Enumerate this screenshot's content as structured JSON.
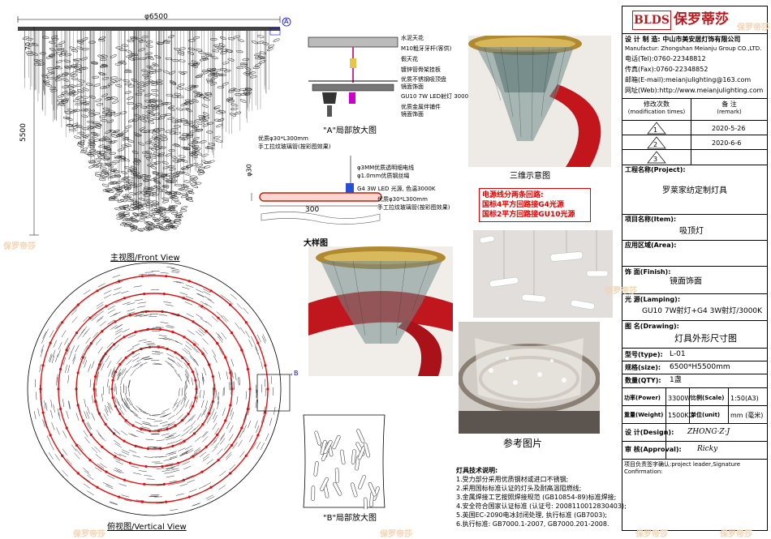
{
  "front_view": {
    "width_dim": "φ6500",
    "top_dim": "70",
    "height_dim": "5500",
    "marker_a": "A",
    "caption": "主视图/Front View"
  },
  "vertical_view": {
    "caption": "俯视图/Vertical View",
    "marker_b": "B"
  },
  "detail_a": {
    "caption": "\"A\"局部放大图",
    "labels": [
      "水泥天花",
      "M10粗牙牙杆(客供)",
      "假天花",
      "镀锌管骨架挂板",
      "优质不锈钢吸顶盘",
      "镜面饰面",
      "GU10 7W LED射灯 3000K",
      "优质金属伴铺件",
      "镜面饰面"
    ]
  },
  "detail_b": {
    "caption": "\"B\"局部放大图"
  },
  "large_detail": {
    "caption": "大样图",
    "labels": [
      "优质φ30*L300mm",
      "手工拉纹玻璃管(按彩图效果)",
      "φ3MM优质透明细电线",
      "φ1.0mm优质钢丝绳",
      "G4 3W LED 光源, 色温3000K",
      "优质φ30*L300mm",
      "手工拉纹玻璃管(按彩图效果)"
    ],
    "dim_30": "φ30",
    "dim_300": "300"
  },
  "render_caption": "三维示意图",
  "reference_caption": "参考图片",
  "power_note": {
    "title": "电源线分两条回路:",
    "line1": "国标4平方回路接G4光源",
    "line2": "国标2平方回路接GU10光源"
  },
  "tech_notes": {
    "title": "灯具技术说明:",
    "items": [
      "1.受力部分采用优质钢材或进口不锈钢;",
      "2.采用国标标准认证的灯头及耐高温阻燃线;",
      "3.金属焊接工艺按照焊接规范 (GB10854-89)标准焊接;",
      "4.安全符合国家认证标准 (认证号: 2008110012830403);",
      "5.英国EC-2090电冰封闭处理, 执行标准 (GB7003);",
      "6.执行标准: GB7000.1-2007, GB7000.201-2008."
    ]
  },
  "title_block": {
    "logo_latin": "BLDS",
    "logo_cn": "保罗蒂莎",
    "maker_label": "设 计 制 造:",
    "maker_value": "中山市美安居灯饰有限公司",
    "maker_en": "Manufactur: Zhongshan Meianju Group CO.,LTD.",
    "tel": "电话(Tel):0760-22348812",
    "fax": "传真(Fax):0760-22348852",
    "email": "邮箱(E-mail):meianjulighting@163.com",
    "web": "网址(Web):http://www.meianjulighting.com",
    "mod_header": "修改次数",
    "mod_header_en": "(modification times)",
    "remark_header": "备 注",
    "remark_header_en": "(remark)",
    "revisions": [
      {
        "no": "1",
        "date": "2020-5-26"
      },
      {
        "no": "2",
        "date": "2020-6-6"
      },
      {
        "no": "3",
        "date": ""
      }
    ],
    "project_label": "工程名称(Project):",
    "project_value": "罗莱家纺定制灯具",
    "item_label": "项目名称(Item):",
    "item_value": "吸顶灯",
    "area_label": "应用区域(Area):",
    "finish_label": "饰 面(Finish):",
    "finish_value": "镜面饰面",
    "lamping_label": "光 源(Lamping):",
    "lamping_value": "GU10 7W射灯+G4 3W射灯/3000K",
    "drawing_label": "图 名(Drawing):",
    "drawing_value": "灯具外形尺寸图",
    "type_label": "型号(type):",
    "type_value": "L-01",
    "size_label": "规格(size):",
    "size_value": "6500*H5500mm",
    "qty_label": "数量(QTY):",
    "qty_value": "1盏",
    "power_label": "功率(Power)",
    "power_value": "3300W",
    "scale_label": "比例(Scale)",
    "scale_value": "1:50(A3)",
    "weight_label": "重量(Weight)",
    "weight_value": "1500KG",
    "unit_label": "单位(unit)",
    "unit_value": "mm (毫米)",
    "design_label": "设 计(Design):",
    "design_value": "ZHONG·Z·J",
    "approval_label": "审 核(Approval):",
    "approval_value": "Ricky",
    "confirm_label": "项目负责签字确认:project leader,Signature Confirmation:"
  },
  "watermark": "保罗帝莎"
}
